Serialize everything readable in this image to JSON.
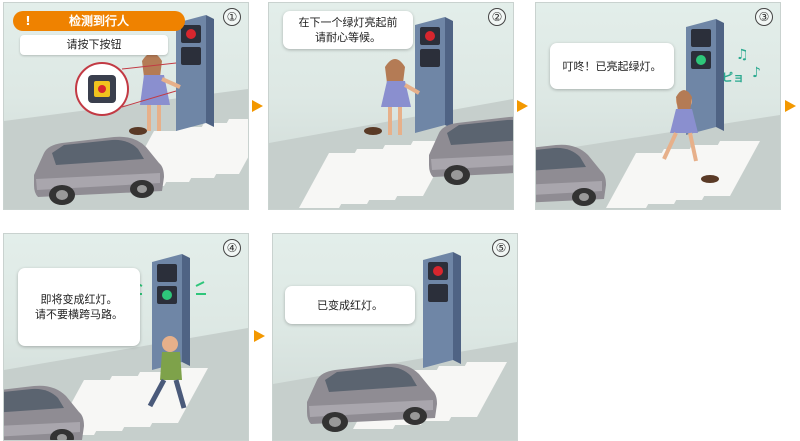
{
  "colors": {
    "accent_orange": "#ef8200",
    "arrow": "#f39800",
    "note_green": "#2aa98f",
    "post_blue": "#6f86a6"
  },
  "panels": [
    {
      "number": "①",
      "alert_icon": "!",
      "alert_title": "检测到行人",
      "instruction": "请按下按钮"
    },
    {
      "number": "②",
      "message": "在下一个绿灯亮起前\n请耐心等候。"
    },
    {
      "number": "③",
      "message": "叮咚！已亮起绿灯。",
      "sound_text": "ピョ"
    },
    {
      "number": "④",
      "message": "即将变成红灯。\n请不要横跨马路。"
    },
    {
      "number": "⑤",
      "message": "已变成红灯。"
    }
  ]
}
